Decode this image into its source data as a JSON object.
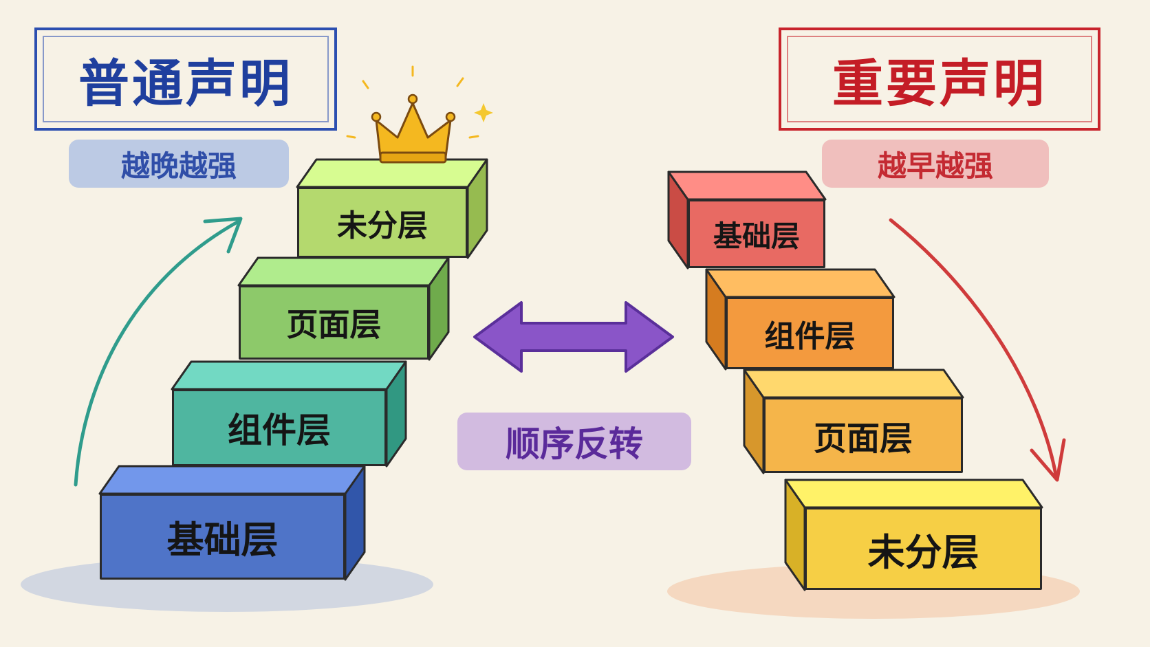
{
  "left": {
    "title": "普通声明",
    "subtitle": "越晚越强",
    "steps": [
      "基础层",
      "组件层",
      "页面层",
      "未分层"
    ],
    "colors": [
      "#4f74c8",
      "#4fb6a0",
      "#8dc96a",
      "#b4d96e"
    ]
  },
  "right": {
    "title": "重要声明",
    "subtitle": "越早越强",
    "steps": [
      "基础层",
      "组件层",
      "页面层",
      "未分层"
    ],
    "colors": [
      "#e86a63",
      "#f39a3e",
      "#f5b54a",
      "#f6cf45"
    ]
  },
  "middle": {
    "label": "顺序反转"
  },
  "icons": [
    "crown-icon",
    "arrow-up-right-icon",
    "arrow-down-right-icon",
    "double-arrow-icon"
  ],
  "accent_colors": {
    "left_title": "#2c4fb0",
    "right_title": "#c8242c",
    "middle": "#7b45b8",
    "left_arrow": "#2f9c8c",
    "right_arrow": "#cf3b3b",
    "crown": "#f4b820"
  }
}
